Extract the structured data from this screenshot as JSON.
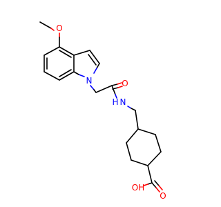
{
  "molecule": {
    "atom_labels": {
      "methoxy_O": "O",
      "indole_N": "N",
      "carbonyl_O": "O",
      "amide_N": "N",
      "amide_H": "H",
      "acid_OH": "OH",
      "acid_O": "O"
    },
    "colors": {
      "bond": "#000000",
      "oxygen": "#ff0000",
      "nitrogen": "#0000ff"
    }
  }
}
